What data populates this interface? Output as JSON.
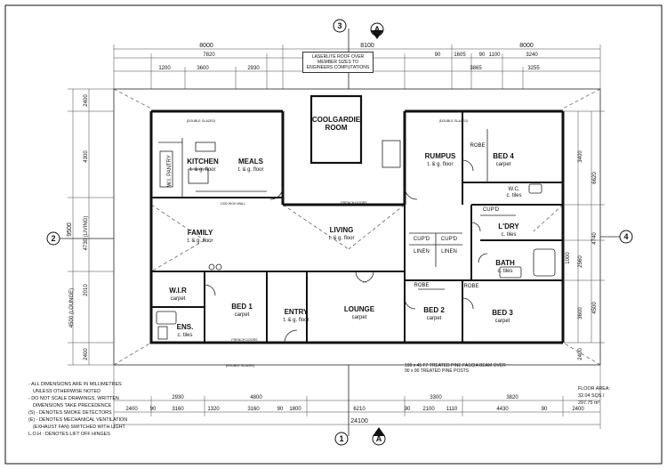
{
  "grid_markers": {
    "top_number": "3",
    "top_letter": "A",
    "bottom_number": "1",
    "bottom_letter": "A",
    "left_number": "2",
    "right_number": "4"
  },
  "rooms": [
    {
      "id": "kitchen",
      "name": "KITCHEN",
      "finish": "t. & g. floor"
    },
    {
      "id": "meals",
      "name": "MEALS",
      "finish": "t. & g. floor"
    },
    {
      "id": "coolgardie",
      "name": "COOLGARDIE",
      "name2": "ROOM",
      "finish": ""
    },
    {
      "id": "rumpus",
      "name": "RUMPUS",
      "finish": "t. & g. floor"
    },
    {
      "id": "bed4",
      "name": "BED 4",
      "finish": "carpet"
    },
    {
      "id": "wip",
      "name": "W.I. PANTRY",
      "finish": ""
    },
    {
      "id": "family",
      "name": "FAMILY",
      "finish": "t. & g. floor"
    },
    {
      "id": "living",
      "name": "LIVING",
      "finish": "t. & g. floor"
    },
    {
      "id": "ldry",
      "name": "L'DRY",
      "finish": "c. tiles"
    },
    {
      "id": "wc",
      "name": "W.C.",
      "finish": "c. tiles"
    },
    {
      "id": "bath",
      "name": "BATH",
      "finish": "c. tiles"
    },
    {
      "id": "wir",
      "name": "W.I.R",
      "finish": "carpet"
    },
    {
      "id": "bed1",
      "name": "BED 1",
      "finish": "carpet"
    },
    {
      "id": "entry",
      "name": "ENTRY",
      "finish": "t. & g. floor"
    },
    {
      "id": "lounge",
      "name": "LOUNGE",
      "finish": "carpet"
    },
    {
      "id": "bed2",
      "name": "BED 2",
      "finish": "carpet"
    },
    {
      "id": "bed3",
      "name": "BED 3",
      "finish": "carpet"
    },
    {
      "id": "ens",
      "name": "ENS.",
      "finish": "c. tiles"
    },
    {
      "id": "robe_bed4",
      "name": "ROBE",
      "finish": ""
    },
    {
      "id": "robe_bed2",
      "name": "ROBE",
      "finish": ""
    },
    {
      "id": "robe_bed3",
      "name": "ROBE",
      "finish": ""
    },
    {
      "id": "cupd1",
      "name": "CUP'D",
      "finish": ""
    },
    {
      "id": "cupd2",
      "name": "CUP'D",
      "finish": ""
    },
    {
      "id": "cupd3",
      "name": "CUP'D",
      "finish": ""
    },
    {
      "id": "linen1",
      "name": "LINEN",
      "finish": ""
    },
    {
      "id": "linen2",
      "name": "LINEN",
      "finish": ""
    }
  ],
  "dims_top": {
    "row1": [
      "8000",
      "8100",
      "8000"
    ],
    "row2": [
      "7820",
      "90",
      "1605",
      "90",
      "1100",
      "3240"
    ],
    "row3": [
      "1200",
      "3600",
      "2930",
      "3865",
      "3255"
    ]
  },
  "dims_bottom": {
    "row1": [
      "2930",
      "4800",
      "3300",
      "3820"
    ],
    "row2": [
      "2400",
      "90",
      "3160",
      "1320",
      "3160",
      "90",
      "1800",
      "6210",
      "90",
      "2100",
      "1110",
      "4430",
      "90",
      "2400"
    ],
    "total": "24100"
  },
  "dims_left": [
    "2400",
    "4300",
    "4730 (LIVING)",
    "9500",
    "2010",
    "4500 (LOUNGE)",
    "2400"
  ],
  "dims_right": [
    "3400",
    "6620",
    "4740",
    "2560",
    "3600",
    "1000",
    "4500",
    "2400"
  ],
  "plan_labels": {
    "roof_note": "LASERLITE ROOF OVER MEMBER SIZES TO ENGINEERS COMPUTATIONS",
    "high_wall": "1200 HIGH WALL",
    "french_doors_family": "FRENCH DOORS",
    "french_doors_bed1": "FRENCH DOORS",
    "double_glazed": "(DOUBLE GLAZED)",
    "fascia_note": "190 x 45 F7 TREATED PINE FASCIA BEAM OVER 90 x 90 TREATED PINE POSTS",
    "floor_area_label": "FLOOR AREA:",
    "floor_area_squares": "32.04 SQS /",
    "floor_area_m2": "297.75 m²"
  },
  "notes": [
    "- ALL DIMENSIONS ARE IN MILLIMETRES",
    "UNLESS OTHERWISE NOTED",
    "- DO NOT SCALE DRAWINGS, WRITTEN",
    "DIMENSIONS TAKE PRECEDENCE",
    "(S) - DENOTES SMOKE DETECTORS",
    "(E) - DENOTES MECHANICAL VENTILATION",
    "(EXHAUST FAN) SWITCHED WITH LIGHT",
    "L.O.H - DENOTES LIFT OFF HINGES"
  ]
}
